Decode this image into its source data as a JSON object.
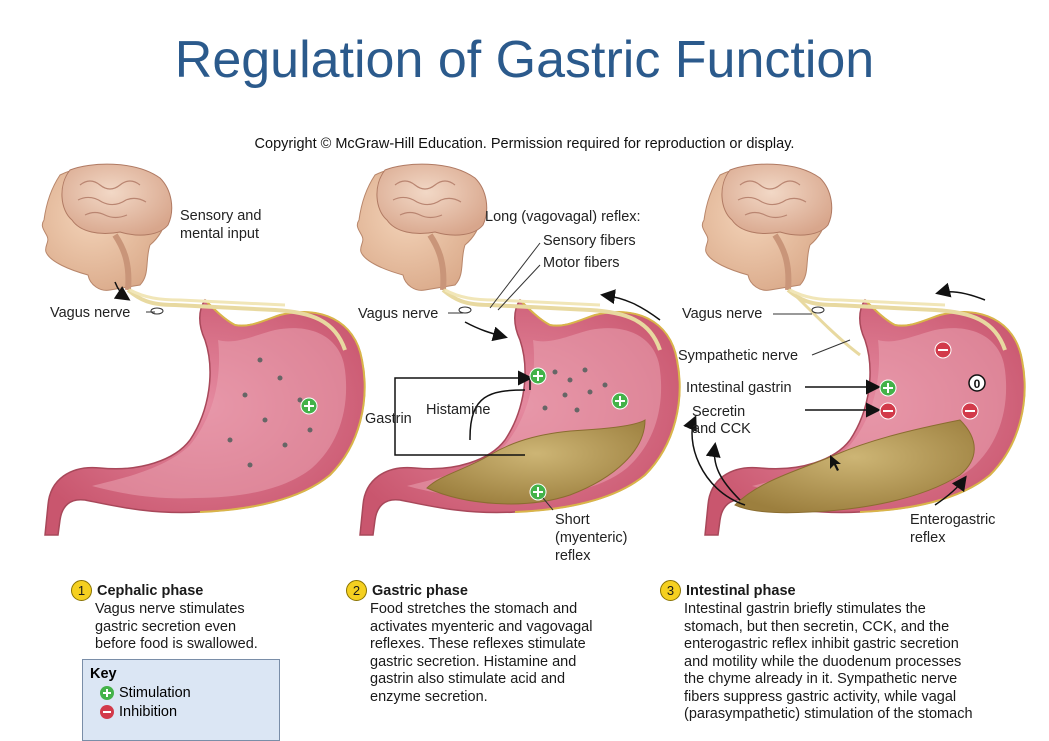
{
  "title": "Regulation of Gastric Function",
  "copyright": "Copyright © McGraw-Hill Education. Permission required for reproduction or display.",
  "panel1": {
    "sensory": [
      "Sensory and",
      "mental input"
    ],
    "vagus": "Vagus nerve"
  },
  "panel2": {
    "long_reflex": "Long (vagovagal) reflex:",
    "sensory_fibers": "Sensory fibers",
    "motor_fibers": "Motor fibers",
    "vagus": "Vagus nerve",
    "gastrin": "Gastrin",
    "histamine": "Histamine",
    "short_reflex": [
      "Short",
      "(myenteric)",
      "reflex"
    ]
  },
  "panel3": {
    "vagus": "Vagus nerve",
    "sympathetic": "Sympathetic nerve",
    "intestinal_gastrin": "Intestinal gastrin",
    "secretin": [
      "Secretin",
      "and CCK"
    ],
    "enterogastric": [
      "Enterogastric",
      "reflex"
    ],
    "zero_marker": "0"
  },
  "phases": [
    {
      "number": "1",
      "name": "Cephalic phase",
      "lines": [
        "Vagus nerve stimulates",
        "gastric secretion even",
        "before food is swallowed."
      ]
    },
    {
      "number": "2",
      "name": "Gastric phase",
      "lines": [
        "Food stretches the stomach and",
        "activates myenteric and vagovagal",
        "reflexes. These reflexes stimulate",
        "gastric secretion. Histamine and",
        "gastrin also stimulate acid and",
        "enzyme secretion."
      ]
    },
    {
      "number": "3",
      "name": "Intestinal phase",
      "lines": [
        "Intestinal gastrin briefly stimulates the",
        "stomach, but then secretin, CCK, and the",
        "enterogastric reflex inhibit gastric secretion",
        "and motility while the duodenum processes",
        "the chyme already in it. Sympathetic nerve",
        "fibers suppress gastric activity, while vagal",
        "(parasympathetic) stimulation of the stomach"
      ]
    }
  ],
  "key": {
    "title": "Key",
    "stimulation": "Stimulation",
    "inhibition": "Inhibition"
  },
  "colors": {
    "title": "#2b5a8c",
    "stimulation": "#43b249",
    "inhibition": "#d23a4a",
    "nerve": "#e8d9a0",
    "stomach": "#d9707e",
    "chyme": "#b59a55",
    "phase_badge": "#f5d020",
    "key_bg": "#dbe6f4"
  }
}
